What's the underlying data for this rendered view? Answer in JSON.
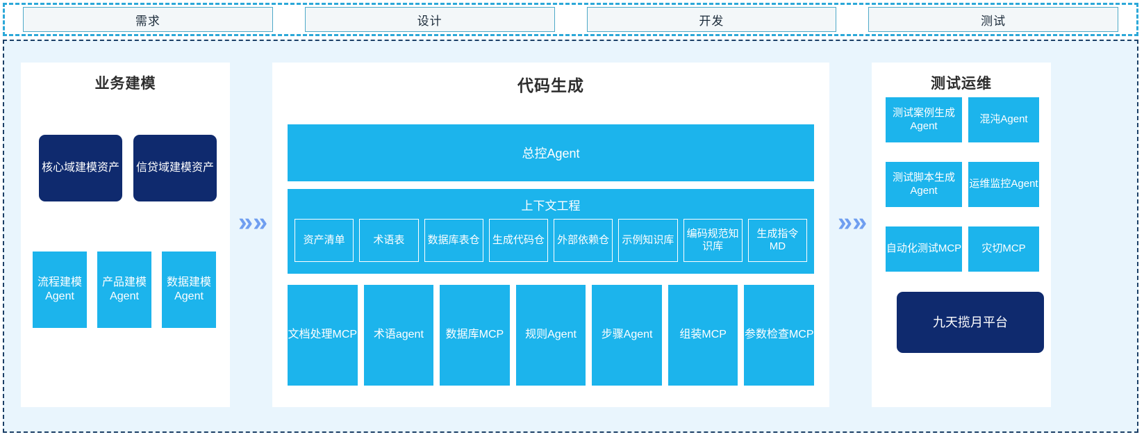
{
  "phases": [
    {
      "label": "需求"
    },
    {
      "label": "设计"
    },
    {
      "label": "开发"
    },
    {
      "label": "测试"
    }
  ],
  "separators": {
    "chevron": "»»"
  },
  "left_panel": {
    "title": "业务建模",
    "assets": [
      {
        "label": "核心域建模资产"
      },
      {
        "label": "信贷域建模资产"
      }
    ],
    "agents": [
      {
        "label": "流程建模Agent"
      },
      {
        "label": "产品建模Agent"
      },
      {
        "label": "数据建模Agent"
      }
    ]
  },
  "mid_panel": {
    "title": "代码生成",
    "master_agent": "总控Agent",
    "context": {
      "title": "上下文工程",
      "chips": [
        {
          "label": "资产清单"
        },
        {
          "label": "术语表"
        },
        {
          "label": "数据库表仓"
        },
        {
          "label": "生成代码仓"
        },
        {
          "label": "外部依赖仓"
        },
        {
          "label": "示例知识库"
        },
        {
          "label": "编码规范知识库"
        },
        {
          "label": "生成指令MD"
        }
      ]
    },
    "tools": [
      {
        "label": "文档处理MCP"
      },
      {
        "label": "术语agent"
      },
      {
        "label": "数据库MCP"
      },
      {
        "label": "规则Agent"
      },
      {
        "label": "步骤Agent"
      },
      {
        "label": "组装MCP"
      },
      {
        "label": "参数检查MCP"
      }
    ]
  },
  "right_panel": {
    "title": "测试运维",
    "tiles": [
      {
        "label": "测试案例生成Agent"
      },
      {
        "label": "混沌Agent"
      },
      {
        "label": "测试脚本生成Agent"
      },
      {
        "label": "运维监控Agent"
      },
      {
        "label": "自动化测试MCP"
      },
      {
        "label": "灾切MCP"
      }
    ],
    "platform": "九天揽月平台"
  },
  "colors": {
    "accent_blue": "#1cb4ec",
    "navy": "#0f2a6e",
    "frame_bg": "#e9f5fd",
    "strip_border": "#2ca8d8",
    "chevron": "#6f9ef0"
  }
}
